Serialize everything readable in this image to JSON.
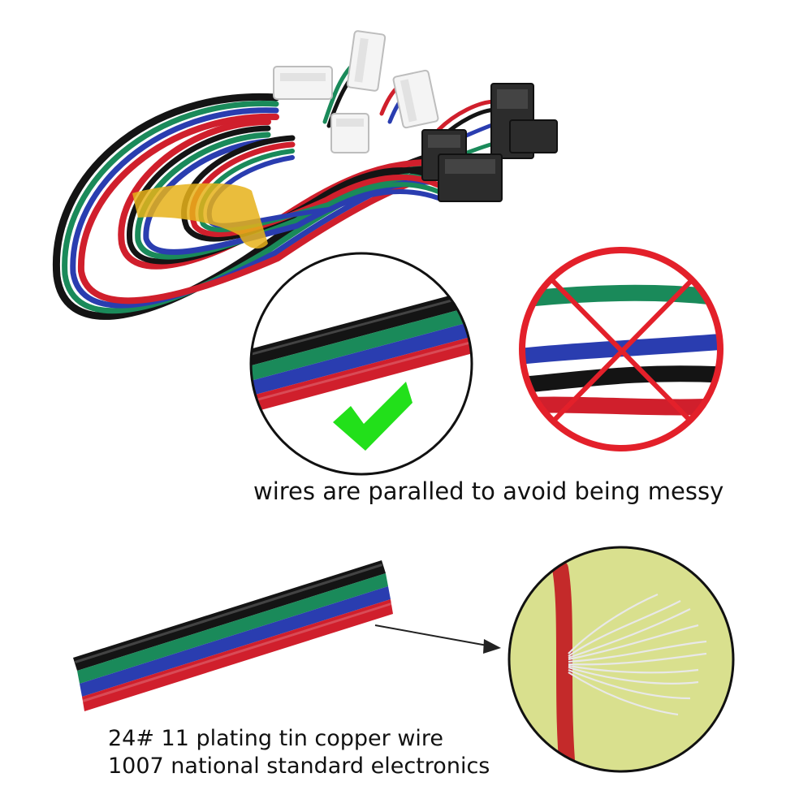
{
  "captions": {
    "parallel": "wires are paralled to avoid being messy",
    "spec_line1": "24# 11 plating tin copper wire",
    "spec_line2": "1007 national standard electronics"
  },
  "wire_colors": {
    "black": "#141414",
    "green": "#1a8a5a",
    "blue": "#2a3db0",
    "red": "#d01f2c"
  },
  "icons": {
    "good": "checkmark-icon",
    "bad": "cross-icon"
  },
  "accent_colors": {
    "check": "#22e01a",
    "prohibit": "#e3202a",
    "strand_backdrop": "#d9e08e"
  }
}
